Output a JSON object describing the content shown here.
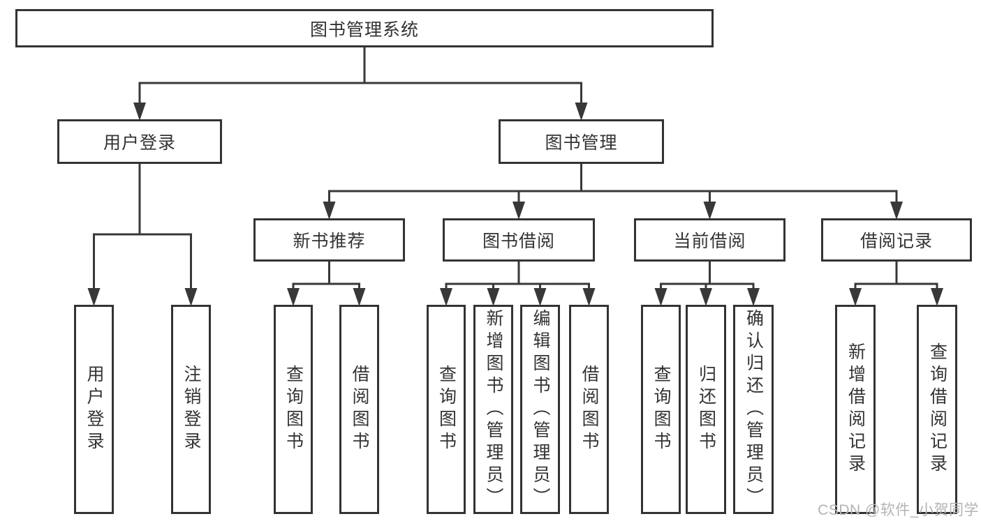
{
  "diagram": {
    "title": "图书管理系统",
    "nodes": [
      {
        "id": "root",
        "label": "图书管理系统",
        "parent": null
      },
      {
        "id": "login",
        "label": "用户登录",
        "parent": "root"
      },
      {
        "id": "book-mgmt",
        "label": "图书管理",
        "parent": "root"
      },
      {
        "id": "new-book",
        "label": "新书推荐",
        "parent": "book-mgmt"
      },
      {
        "id": "book-borrow",
        "label": "图书借阅",
        "parent": "book-mgmt"
      },
      {
        "id": "current-borrow",
        "label": "当前借阅",
        "parent": "book-mgmt"
      },
      {
        "id": "borrow-records",
        "label": "借阅记录",
        "parent": "book-mgmt"
      },
      {
        "id": "leaf-user-login",
        "label": "用户登录",
        "parent": "login"
      },
      {
        "id": "leaf-logout",
        "label": "注销登录",
        "parent": "login"
      },
      {
        "id": "leaf-query-1",
        "label": "查询图书",
        "parent": "new-book"
      },
      {
        "id": "leaf-borrow-1",
        "label": "借阅图书",
        "parent": "new-book"
      },
      {
        "id": "leaf-query-2",
        "label": "查询图书",
        "parent": "book-borrow"
      },
      {
        "id": "leaf-add-book",
        "label": "新增图书（管理员）",
        "parent": "book-borrow"
      },
      {
        "id": "leaf-edit-book",
        "label": "编辑图书（管理员）",
        "parent": "book-borrow"
      },
      {
        "id": "leaf-borrow-2",
        "label": "借阅图书",
        "parent": "book-borrow"
      },
      {
        "id": "leaf-query-3",
        "label": "查询图书",
        "parent": "current-borrow"
      },
      {
        "id": "leaf-return-book",
        "label": "归还图书",
        "parent": "current-borrow"
      },
      {
        "id": "leaf-confirm-return",
        "label": "确认归还（管理员）",
        "parent": "current-borrow"
      },
      {
        "id": "leaf-add-record",
        "label": "新增借阅记录",
        "parent": "borrow-records"
      },
      {
        "id": "leaf-query-record",
        "label": "查询借阅记录",
        "parent": "borrow-records"
      }
    ]
  },
  "watermark": {
    "text": "CSDN @软件_小贺同学"
  },
  "colors": {
    "line": "#383838",
    "box_border": "#333333",
    "text": "#333333",
    "watermark": "#b3b3b3",
    "background": "#ffffff"
  }
}
